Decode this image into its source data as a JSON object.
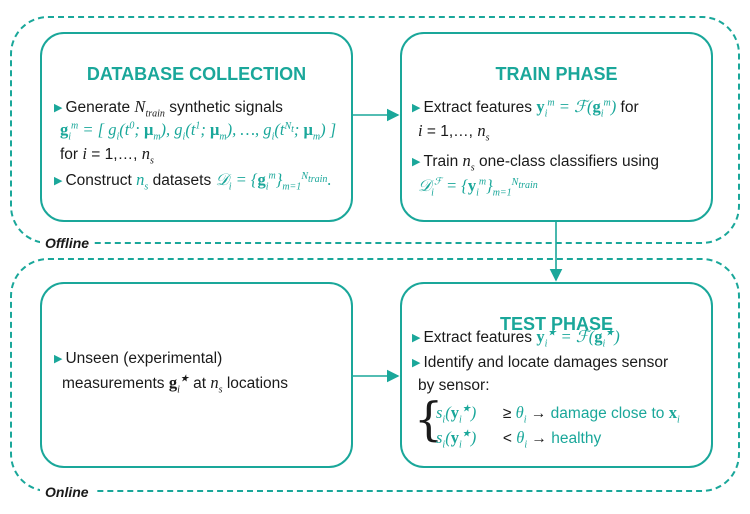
{
  "regions": {
    "offline_label": "Offline",
    "online_label": "Online"
  },
  "database_collection": {
    "title": "DATABASE COLLECTION",
    "generate_prefix": "Generate",
    "generate_suffix": "synthetic signals",
    "for_text": "for",
    "construct_prefix": "Construct",
    "construct_suffix": "datasets"
  },
  "train_phase": {
    "title": "TRAIN PHASE",
    "extract_prefix": "Extract features",
    "extract_suffix": "for",
    "train_prefix": "Train",
    "train_suffix": "one-class classifiers using"
  },
  "measurements": {
    "line1": "Unseen (experimental)",
    "line2_prefix": "measurements",
    "line2_mid": "at",
    "line2_suffix": "locations"
  },
  "test_phase": {
    "title": "TEST PHASE",
    "extract_prefix": "Extract features",
    "identify_line1": "Identify and locate damages sensor",
    "identify_line2": "by sensor:",
    "case_damage": "damage close to",
    "case_healthy": "healthy"
  },
  "colors": {
    "accent": "#1aa79a",
    "text": "#1a1a1a"
  }
}
